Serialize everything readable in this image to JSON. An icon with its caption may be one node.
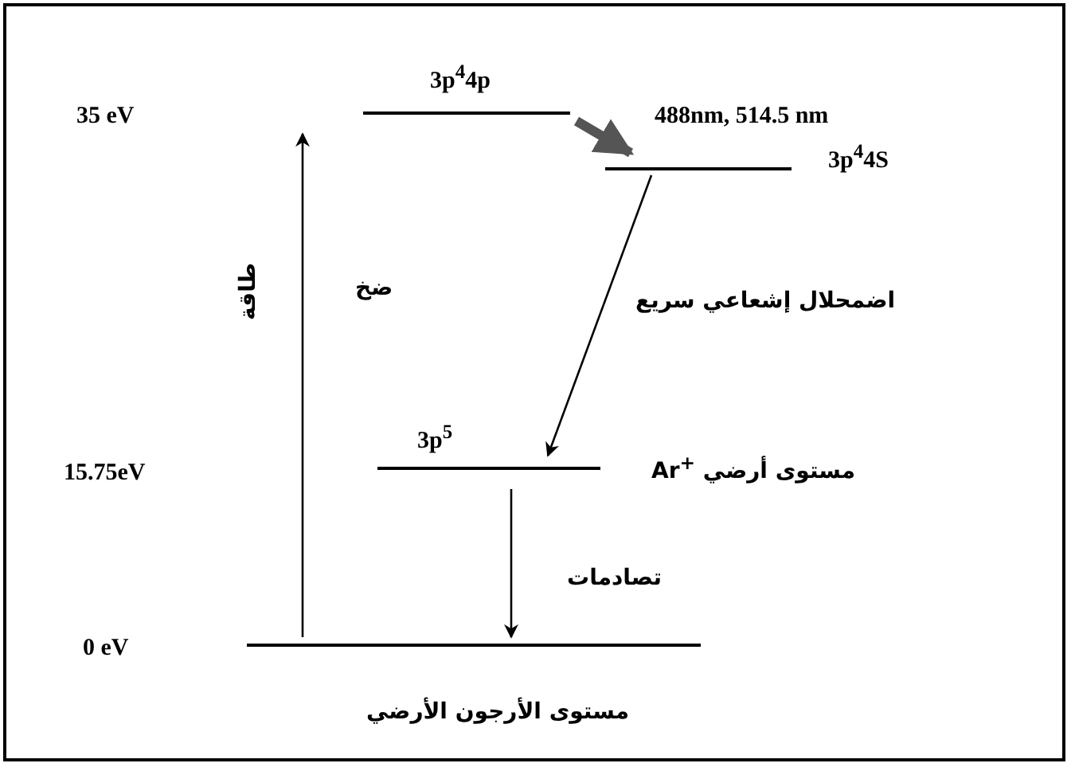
{
  "diagram": {
    "nodes": [
      {
        "text": [
          "3p$^{4}$4p"
        ]
      },
      {
        "text": [
          "3p$^{4}$4S"
        ]
      },
      {
        "text": [
          "3p$^{5}$"
        ],
        "beside": [
          "مستوى أرضي Ar$^{+}$"
        ]
      },
      {
        "text": [
          "مستوى الأرجون الأرضي"
        ]
      }
    ],
    "edges": [
      {
        "from": 0,
        "to": 1,
        "arrow": "to",
        "style": "thick",
        "label": "488nm, 514.5 nm"
      },
      {
        "from": 1,
        "to": 2,
        "arrow": "to",
        "label": "اضمحلال إشعاعي سريع"
      },
      {
        "from": 2,
        "to": 3,
        "arrow": "to",
        "label": "تصادمات"
      },
      {
        "from": 3,
        "to": null,
        "arrow": "to",
        "label": "ضخ"
      }
    ],
    "labels": [
      "35 eV",
      "طاقة",
      "15.75eV",
      "0 eV"
    ]
  }
}
